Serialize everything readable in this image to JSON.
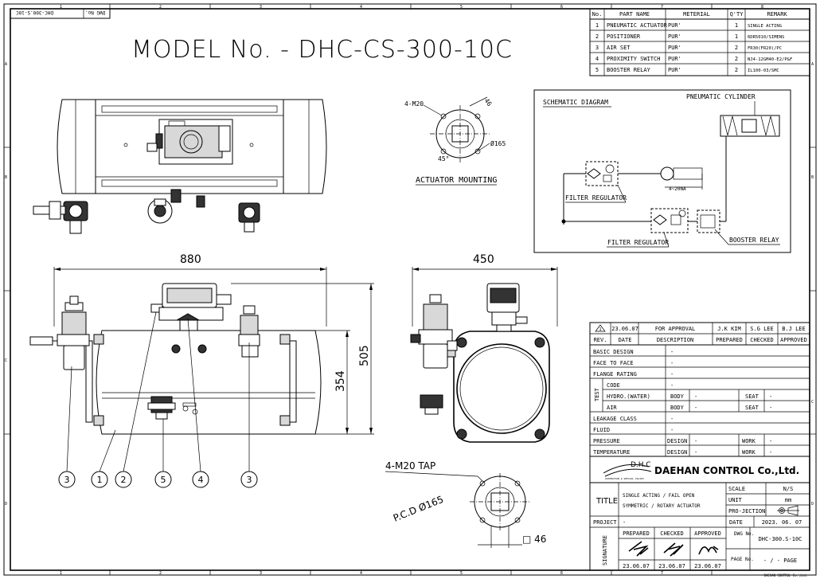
{
  "title": "MODEL No. - DHC-CS-300-10C",
  "dwg_corner": {
    "label": "DWG No.",
    "value": "DHC-300.S-10C"
  },
  "grid": {
    "cols": [
      "1",
      "2",
      "3",
      "4",
      "5",
      "6",
      "7",
      "8"
    ],
    "rows": [
      "A",
      "B",
      "C",
      "D"
    ]
  },
  "parts_table": {
    "headers": [
      "No.",
      "PART NAME",
      "METERIAL",
      "Q'TY",
      "REMARK"
    ],
    "rows": [
      [
        "1",
        "PNEUMATIC ACTUATOR",
        "PUR'",
        "1",
        "SINGLE ACTING"
      ],
      [
        "2",
        "POSITIONER",
        "PUR'",
        "1",
        "6DR5010/SIMENS"
      ],
      [
        "3",
        "AIR SET",
        "PUR'",
        "2",
        "FR30(FR20)/PC"
      ],
      [
        "4",
        "PROXIMITY SWITCH",
        "PUR'",
        "2",
        "NJ4-12GM40-E2/P&F"
      ],
      [
        "5",
        "BOOSTER RELAY",
        "PUR'",
        "2",
        "IL100-03/SMC"
      ]
    ]
  },
  "mounting": {
    "title": "ACTUATOR MOUNTING",
    "bolts": "4-M20",
    "square": "46",
    "pcd": "Ø165",
    "angle": "45°"
  },
  "schematic": {
    "title": "SCHEMATIC DIAGRAM",
    "cylinder": "PNEUMATIC CYLINDER",
    "filter1": "FILTER REGULATOR",
    "filter2": "FILTER REGULATOR",
    "signal": "4~20mA",
    "booster": "BOOSTER RELAY"
  },
  "dimensions": {
    "width": "880",
    "side_width": "450",
    "height_total": "505",
    "height_body": "354"
  },
  "bottom_detail": {
    "tap": "4-M20 TAP",
    "pcd": "P.C.D Ø165",
    "square": "□ 46"
  },
  "balloons": [
    "3",
    "1",
    "2",
    "5",
    "4",
    "3"
  ],
  "revision": {
    "row": {
      "rev": "1",
      "date": "23.06.07",
      "description": "FOR APPROVAL",
      "prepared": "J.K KIM",
      "checked": "S.G LEE",
      "approved": "B.J LEE"
    },
    "headers": [
      "REV.",
      "DATE",
      "DESCRIPTION",
      "PREPARED",
      "CHECKED",
      "APPROVED"
    ]
  },
  "specs": {
    "basic_design": {
      "label": "BASIC DESIGN",
      "value": "-"
    },
    "face_to_face": {
      "label": "FACE TO FACE",
      "value": "-"
    },
    "flange_rating": {
      "label": "FLANGE RATING",
      "value": "-"
    },
    "test": {
      "label": "TEST",
      "code": "CODE",
      "code_value": "-",
      "hydro": "HYDRO.(WATER)",
      "air": "AIR",
      "body": "BODY",
      "seat": "SEAT",
      "dash": "-"
    },
    "leakage": {
      "label": "LEAKAGE CLASS",
      "value": "-"
    },
    "fluid": {
      "label": "FLUID",
      "value": "-"
    },
    "pressure": {
      "label": "PRESSURE",
      "design": "DESIGN",
      "work": "WORK",
      "value": "-"
    },
    "temperature": {
      "label": "TEMPERATURE",
      "design": "DESIGN",
      "work": "WORK",
      "value": "-"
    }
  },
  "company": {
    "logo_text": "D.H.C",
    "logo_sub": "AUTOMATION & SPECIAL VALVES",
    "name": "DAEHAN CONTROL Co.,Ltd."
  },
  "title_block": {
    "title_label": "TITLE",
    "title_line1": "SINGLE ACTING / FAIL OPEN",
    "title_line2": "SYMMETRIC / ROTARY ACTUATOR",
    "scale_label": "SCALE",
    "scale": "N/S",
    "unit_label": "UNIT",
    "unit": "mm",
    "projection_label": "PRO-JECTION",
    "project_label": "PROJECT",
    "project": "-",
    "date_label": "DATE",
    "date": "2023. 06. 07",
    "signature_label": "SIGNATURE",
    "sig_headers": [
      "PREPARED",
      "CHECKED",
      "APPROVED"
    ],
    "sig_dates": [
      "23.06.07",
      "23.06.07",
      "23.06.07"
    ],
    "dwg_label": "DWG No.",
    "dwg": "DHC-300.S-10C",
    "page_label": "PAGE No.",
    "page": "- / -  PAGE",
    "footer": "DAEHAN CONTROL Co.,Ltd."
  }
}
